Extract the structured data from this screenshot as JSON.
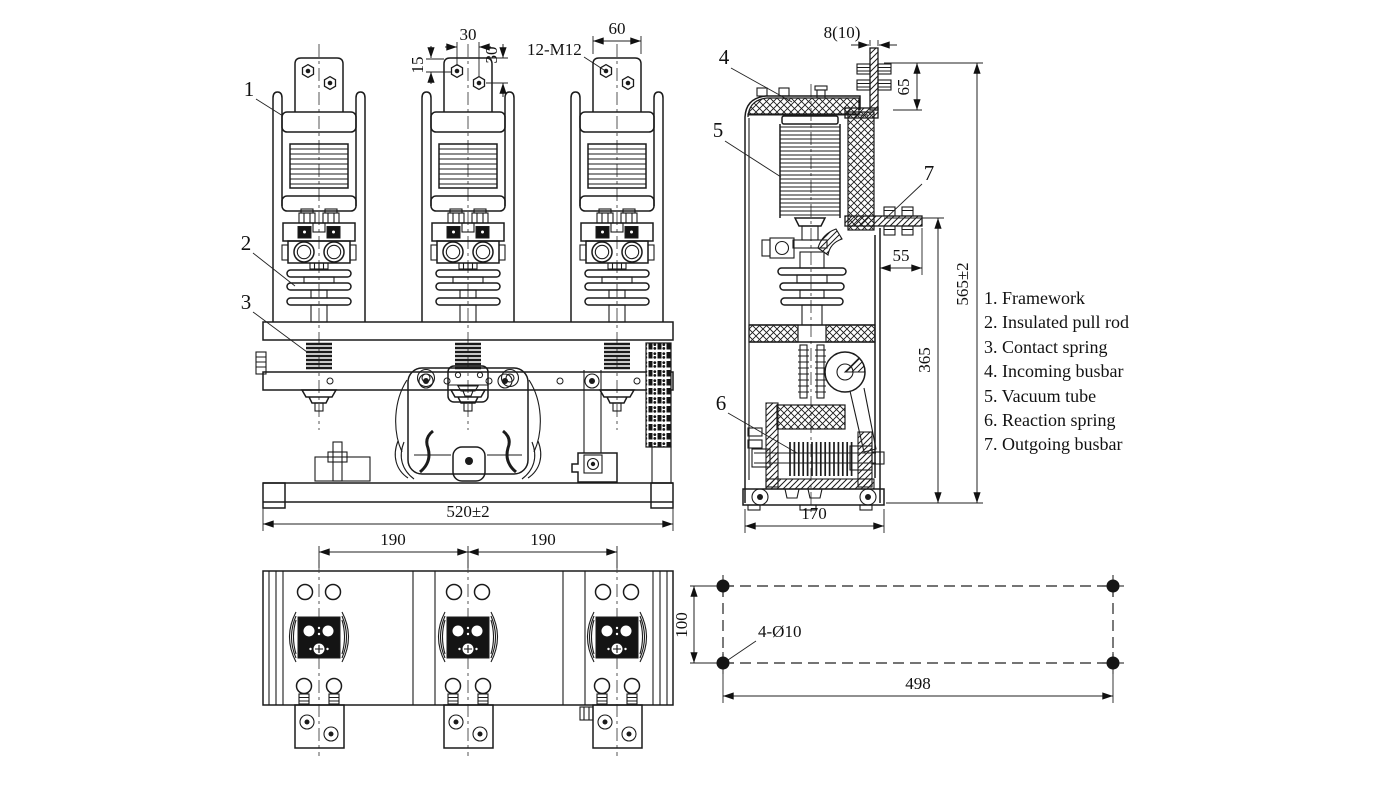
{
  "legend": {
    "items": [
      "1. Framework",
      "2. Insulated pull rod",
      "3. Contact spring",
      "4. Incoming busbar",
      "5. Vacuum tube",
      "6. Reaction spring",
      "7. Outgoing busbar"
    ]
  },
  "front_view": {
    "labels": {
      "n1": "1",
      "n2": "2",
      "n3": "3"
    },
    "dims": {
      "d15": "15",
      "d30a": "30",
      "d30b": "30",
      "m12": "12-M12",
      "d60": "60",
      "width": "520±2"
    }
  },
  "side_view": {
    "labels": {
      "n4": "4",
      "n5": "5",
      "n6": "6",
      "n7": "7"
    },
    "dims": {
      "plate": "8(10)",
      "d65": "65",
      "d55": "55",
      "height": "565±2",
      "d365": "365",
      "depth": "170"
    }
  },
  "bottom_view": {
    "dims": {
      "s1": "190",
      "s2": "190"
    }
  },
  "mounting_plan": {
    "dims": {
      "h": "100",
      "holes": "4-Ø10",
      "w": "498"
    }
  },
  "colors": {
    "line": "#1b1b1b",
    "background": "#ffffff"
  }
}
